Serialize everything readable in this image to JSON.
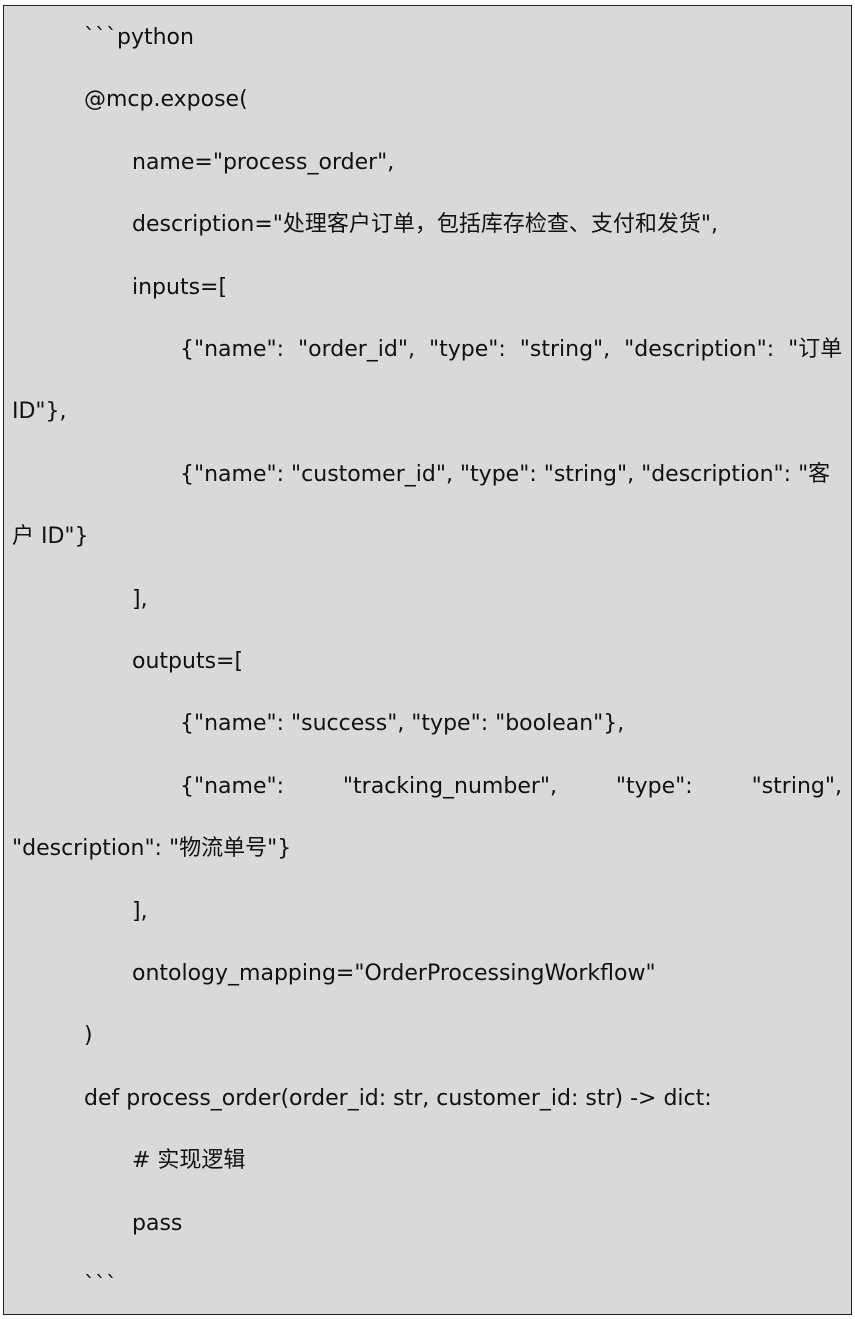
{
  "code_lines": [
    "```python",
    "@mcp.expose(",
    "name=\"process_order\",",
    "description=\"处理客户订单，包括库存检查、支付和发货\",",
    "inputs=[",
    "{\"name\":  \"order_id\",  \"type\":  \"string\",  \"description\":  \"订单",
    "ID\"},",
    "{\"name\": \"customer_id\", \"type\": \"string\", \"description\": \"客",
    "户 ID\"}",
    "],",
    "outputs=[",
    "{\"name\": \"success\", \"type\": \"boolean\"},",
    "",
    "\"description\": \"物流单号\"}",
    "],",
    "ontology_mapping=\"OrderProcessingWorkflow\"",
    ")",
    "def process_order(order_id: str, customer_id: str) -> dict:",
    "# 实现逻辑",
    "pass",
    "```"
  ],
  "justified_line": [
    "{\"name\":",
    "\"tracking_number\",",
    "\"type\":",
    "\"string\","
  ]
}
